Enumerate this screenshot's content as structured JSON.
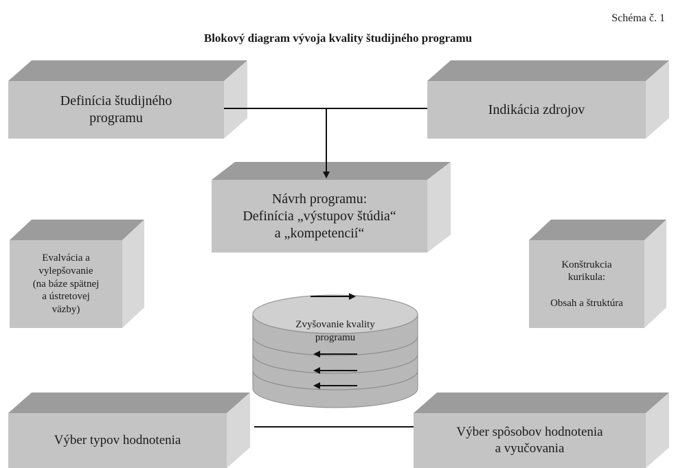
{
  "scheme_label": "Schéma č. 1",
  "title": "Blokový diagram vývoja kvality študijného programu",
  "boxes": {
    "definition": "Definícia študijného\nprogramu",
    "resources": "Indikácia zdrojov",
    "design": "Návrh programu:\nDefinícia „výstupov štúdia“\na „kompetencií“",
    "evaluation": "Evalvácia a\nvylepšovanie\n(na báze spätnej\na ústretovej\nväzby)",
    "curriculum": "Konštrukcia\nkurikula:\n\nObsah a štruktúra",
    "assessment_types": "Výber typov hodnotenia",
    "assessment_methods": "Výber spôsobov hodnotenia\na vyučovania"
  },
  "center": {
    "label": "Zvyšovanie kvality\nprogramu"
  },
  "colors": {
    "front": "#c4c4c4",
    "top": "#9c9c9c",
    "side": "#d8d8d8",
    "line": "#111111"
  }
}
